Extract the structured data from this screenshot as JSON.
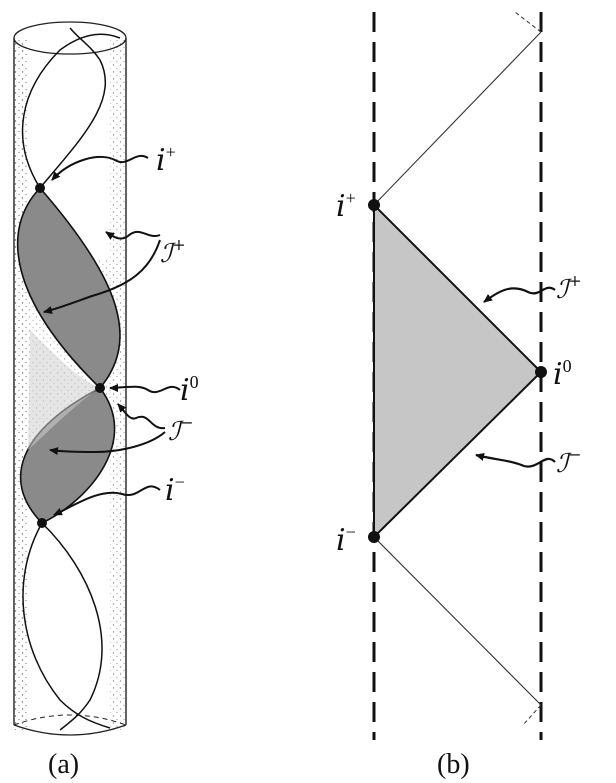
{
  "panel_a": {
    "caption": "(a)",
    "labels": {
      "i_plus": "i",
      "i_plus_sup": "+",
      "scri_plus": "ℐ",
      "scri_plus_sup": "+",
      "i_zero": "i",
      "i_zero_sup": "0",
      "scri_minus": "ℐ",
      "scri_minus_sup": "−",
      "i_minus": "i",
      "i_minus_sup": "−"
    }
  },
  "panel_b": {
    "caption": "(b)",
    "labels": {
      "i_plus": "i",
      "i_plus_sup": "+",
      "scri_plus": "ℐ",
      "scri_plus_sup": "+",
      "i_zero": "i",
      "i_zero_sup": "0",
      "scri_minus": "ℐ",
      "scri_minus_sup": "−",
      "i_minus": "i",
      "i_minus_sup": "−"
    }
  },
  "colors": {
    "region_fill_dark": "#8a8a8a",
    "region_fill_light": "#c6c6c6",
    "ink": "#111111"
  }
}
